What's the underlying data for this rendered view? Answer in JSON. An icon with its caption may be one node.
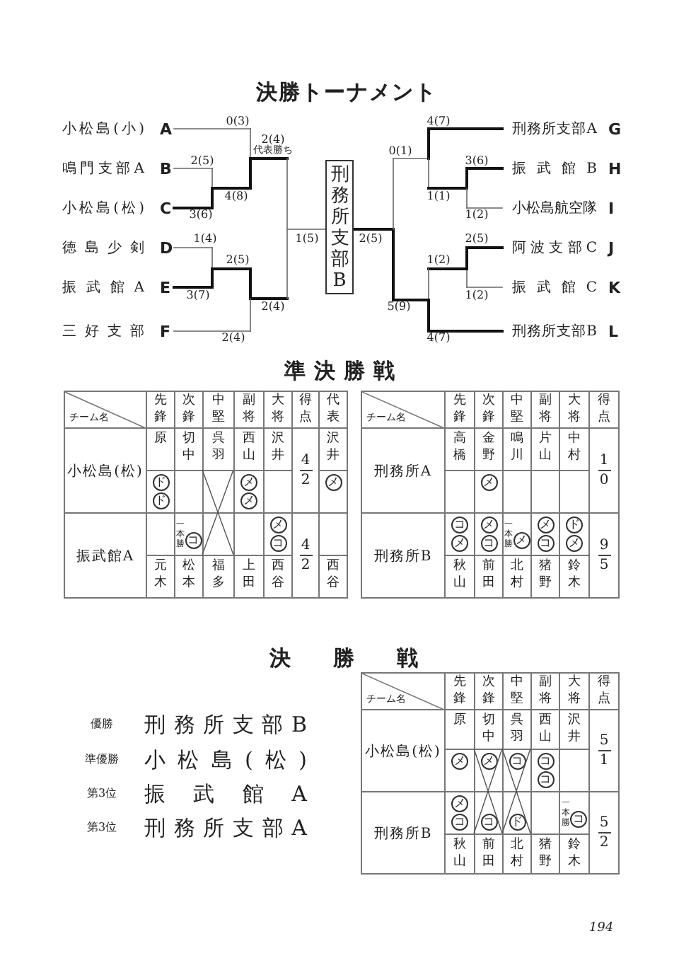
{
  "diagram": {
    "title": "決勝トーナメント",
    "nodes": [
      {
        "text": [
          "小松島(小)",
          "A"
        ]
      },
      {
        "text": [
          "鳴門支部A",
          "B"
        ]
      },
      {
        "text": [
          "小松島(松)",
          "C"
        ]
      },
      {
        "text": [
          "徳島少剣",
          "D"
        ]
      },
      {
        "text": [
          "振武館A",
          "E"
        ]
      },
      {
        "text": [
          "三好支部",
          "F"
        ]
      },
      {
        "text": [
          "刑務所支部A",
          "G"
        ]
      },
      {
        "text": [
          "振武館B",
          "H"
        ]
      },
      {
        "text": [
          "小松島航空隊",
          "I"
        ]
      },
      {
        "text": [
          "阿波支部C",
          "J"
        ]
      },
      {
        "text": [
          "振武館C",
          "K"
        ]
      },
      {
        "text": [
          "刑務所支部B",
          "L"
        ]
      },
      {
        "text": [
          "刑務所支部B"
        ]
      }
    ],
    "labels": [
      "0(3)",
      "4(7)",
      "2(4)",
      "代表勝ち",
      "0(1)",
      "2(5)",
      "3(6)",
      "4(8)",
      "1(1)",
      "3(6)",
      "1(2)",
      "1(4)",
      "1(5)",
      "2(5)",
      "2(5)",
      "2(5)",
      "1(2)",
      "3(7)",
      "1(2)",
      "2(4)",
      "5(9)",
      "2(4)",
      "4(7)",
      "準決勝戦",
      "チーム名",
      "先鋒",
      "次鋒",
      "中堅",
      "副将",
      "大将",
      "得点",
      "代表",
      "小松島(松)",
      "原",
      "切中",
      "呉羽",
      "西山",
      "沢井",
      "4",
      "沢井",
      "ドド",
      "メメ",
      "2",
      "メ",
      "振武館A",
      "一本勝",
      "コ",
      "メコ",
      "4",
      "元木",
      "松本",
      "福多",
      "上田",
      "西谷",
      "2",
      "西谷",
      "チーム名",
      "先鋒",
      "次鋒",
      "中堅",
      "副将",
      "大将",
      "得点",
      "刑務所A",
      "高橋",
      "金野",
      "鳴川",
      "片山",
      "中村",
      "1",
      "メ",
      "0",
      "刑務所B",
      "コメ",
      "メコ",
      "一本勝",
      "メ",
      "メコ",
      "ドメ",
      "9",
      "秋山",
      "前田",
      "北村",
      "猪野",
      "鈴木",
      "5",
      "決勝戦",
      "優勝",
      "刑務所支部B",
      "準優勝",
      "小松島(松)",
      "第3位",
      "振武館A",
      "第3位",
      "刑務所支部A",
      "チーム名",
      "先鋒",
      "次鋒",
      "中堅",
      "副将",
      "大将",
      "得点",
      "小松島(松)",
      "原",
      "切中",
      "呉羽",
      "西山",
      "沢井",
      "5",
      "メ",
      "メ",
      "コ",
      "ココ",
      "1",
      "刑務所B",
      "メコ",
      "コ",
      "ド",
      "一本勝",
      "コ",
      "5",
      "秋山",
      "前田",
      "北村",
      "猪野",
      "鈴木",
      "2",
      "194"
    ]
  }
}
